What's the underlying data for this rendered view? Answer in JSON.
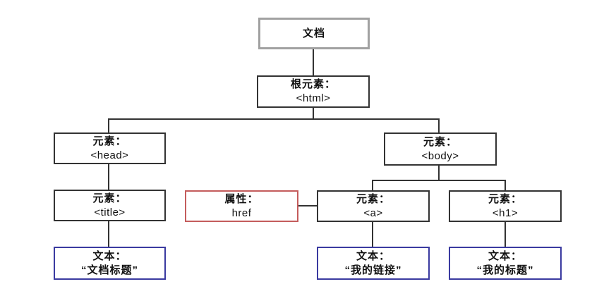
{
  "diagram": {
    "kind": "html-dom-tree",
    "nodes": {
      "document": {
        "label": "文档"
      },
      "html": {
        "line1": "根元素：",
        "line2": "<html>"
      },
      "head": {
        "line1": "元素：",
        "line2": "<head>"
      },
      "body": {
        "line1": "元素：",
        "line2": "<body>"
      },
      "title": {
        "line1": "元素：",
        "line2": "<title>"
      },
      "href": {
        "line1": "属性：",
        "line2": "href"
      },
      "a": {
        "line1": "元素：",
        "line2": "<a>"
      },
      "h1": {
        "line1": "元素：",
        "line2": "<h1>"
      },
      "text_title": {
        "line1": "文本：",
        "line2": "“文档标题”"
      },
      "text_a": {
        "line1": "文本：",
        "line2": "“我的链接”"
      },
      "text_h1": {
        "line1": "文本：",
        "line2": "“我的标题”"
      }
    },
    "colors": {
      "background": "#ffffff",
      "document_border": "#a1a1a1",
      "element_border": "#333333",
      "attribute_border": "#c45c5c",
      "text_node_border": "#3a3aa0",
      "connector": "#333333"
    }
  }
}
